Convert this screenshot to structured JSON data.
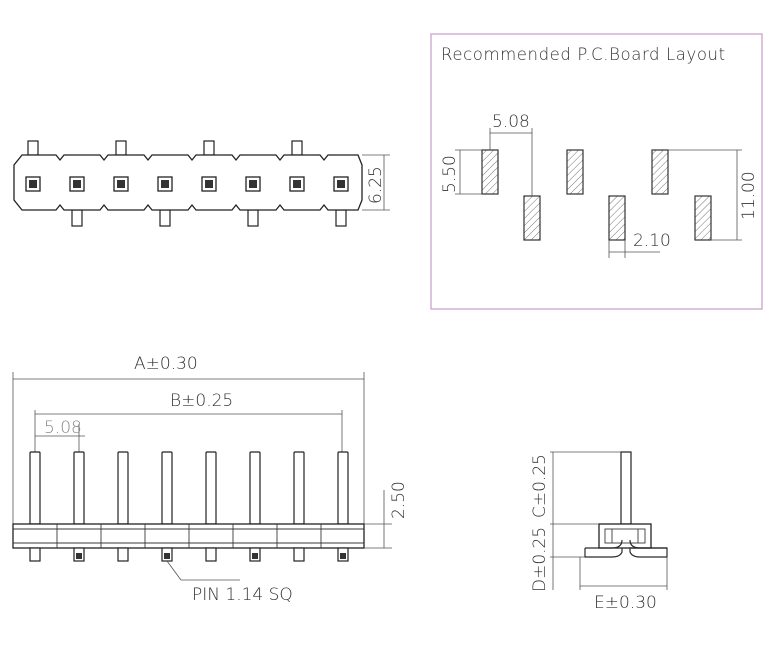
{
  "pcb_layout": {
    "title": "Recommended P.C.Board Layout",
    "pitch_label": "5.08",
    "pad_height_label": "5.50",
    "row_spacing_label": "11.00",
    "pad_width_label": "2.10"
  },
  "top_view": {
    "height_label": "6.25",
    "pin_count": 8
  },
  "front_view": {
    "overall_length_label": "A±0.30",
    "pin_span_label": "B±0.25",
    "pitch_label": "5.08",
    "body_height_label": "2.50",
    "pin_note": "PIN 1.14 SQ"
  },
  "side_view": {
    "upper_pin_label": "C±0.25",
    "lower_pin_label": "D±0.25",
    "foot_label": "E±0.30"
  }
}
